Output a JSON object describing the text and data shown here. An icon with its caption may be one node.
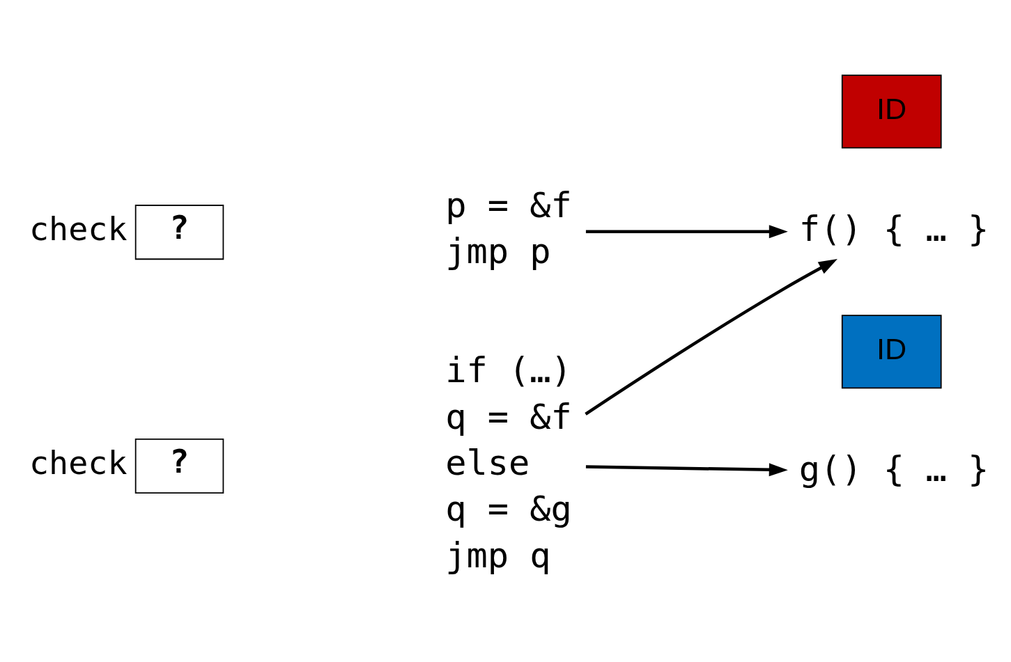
{
  "diagram": {
    "nodes": [
      {
        "text": [
          "?"
        ],
        "beside": [
          "check"
        ]
      },
      {
        "text": [
          "p = &f",
          "jmp p"
        ]
      },
      {
        "text": [
          "ID"
        ]
      },
      {
        "text": [
          "f() { … }"
        ]
      },
      {
        "text": [
          "?"
        ],
        "beside": [
          "check"
        ]
      },
      {
        "text": [
          "if (…)",
          "q = &f",
          "else",
          "q = &g",
          "jmp q"
        ]
      },
      {
        "text": [
          "ID"
        ]
      },
      {
        "text": [
          "g() { … }"
        ]
      }
    ],
    "edges": [
      {
        "from": 1,
        "to": 3,
        "arrow": "to"
      },
      {
        "from": 5,
        "to": 3,
        "arrow": "to"
      },
      {
        "from": 5,
        "to": 7,
        "arrow": "to"
      }
    ]
  }
}
